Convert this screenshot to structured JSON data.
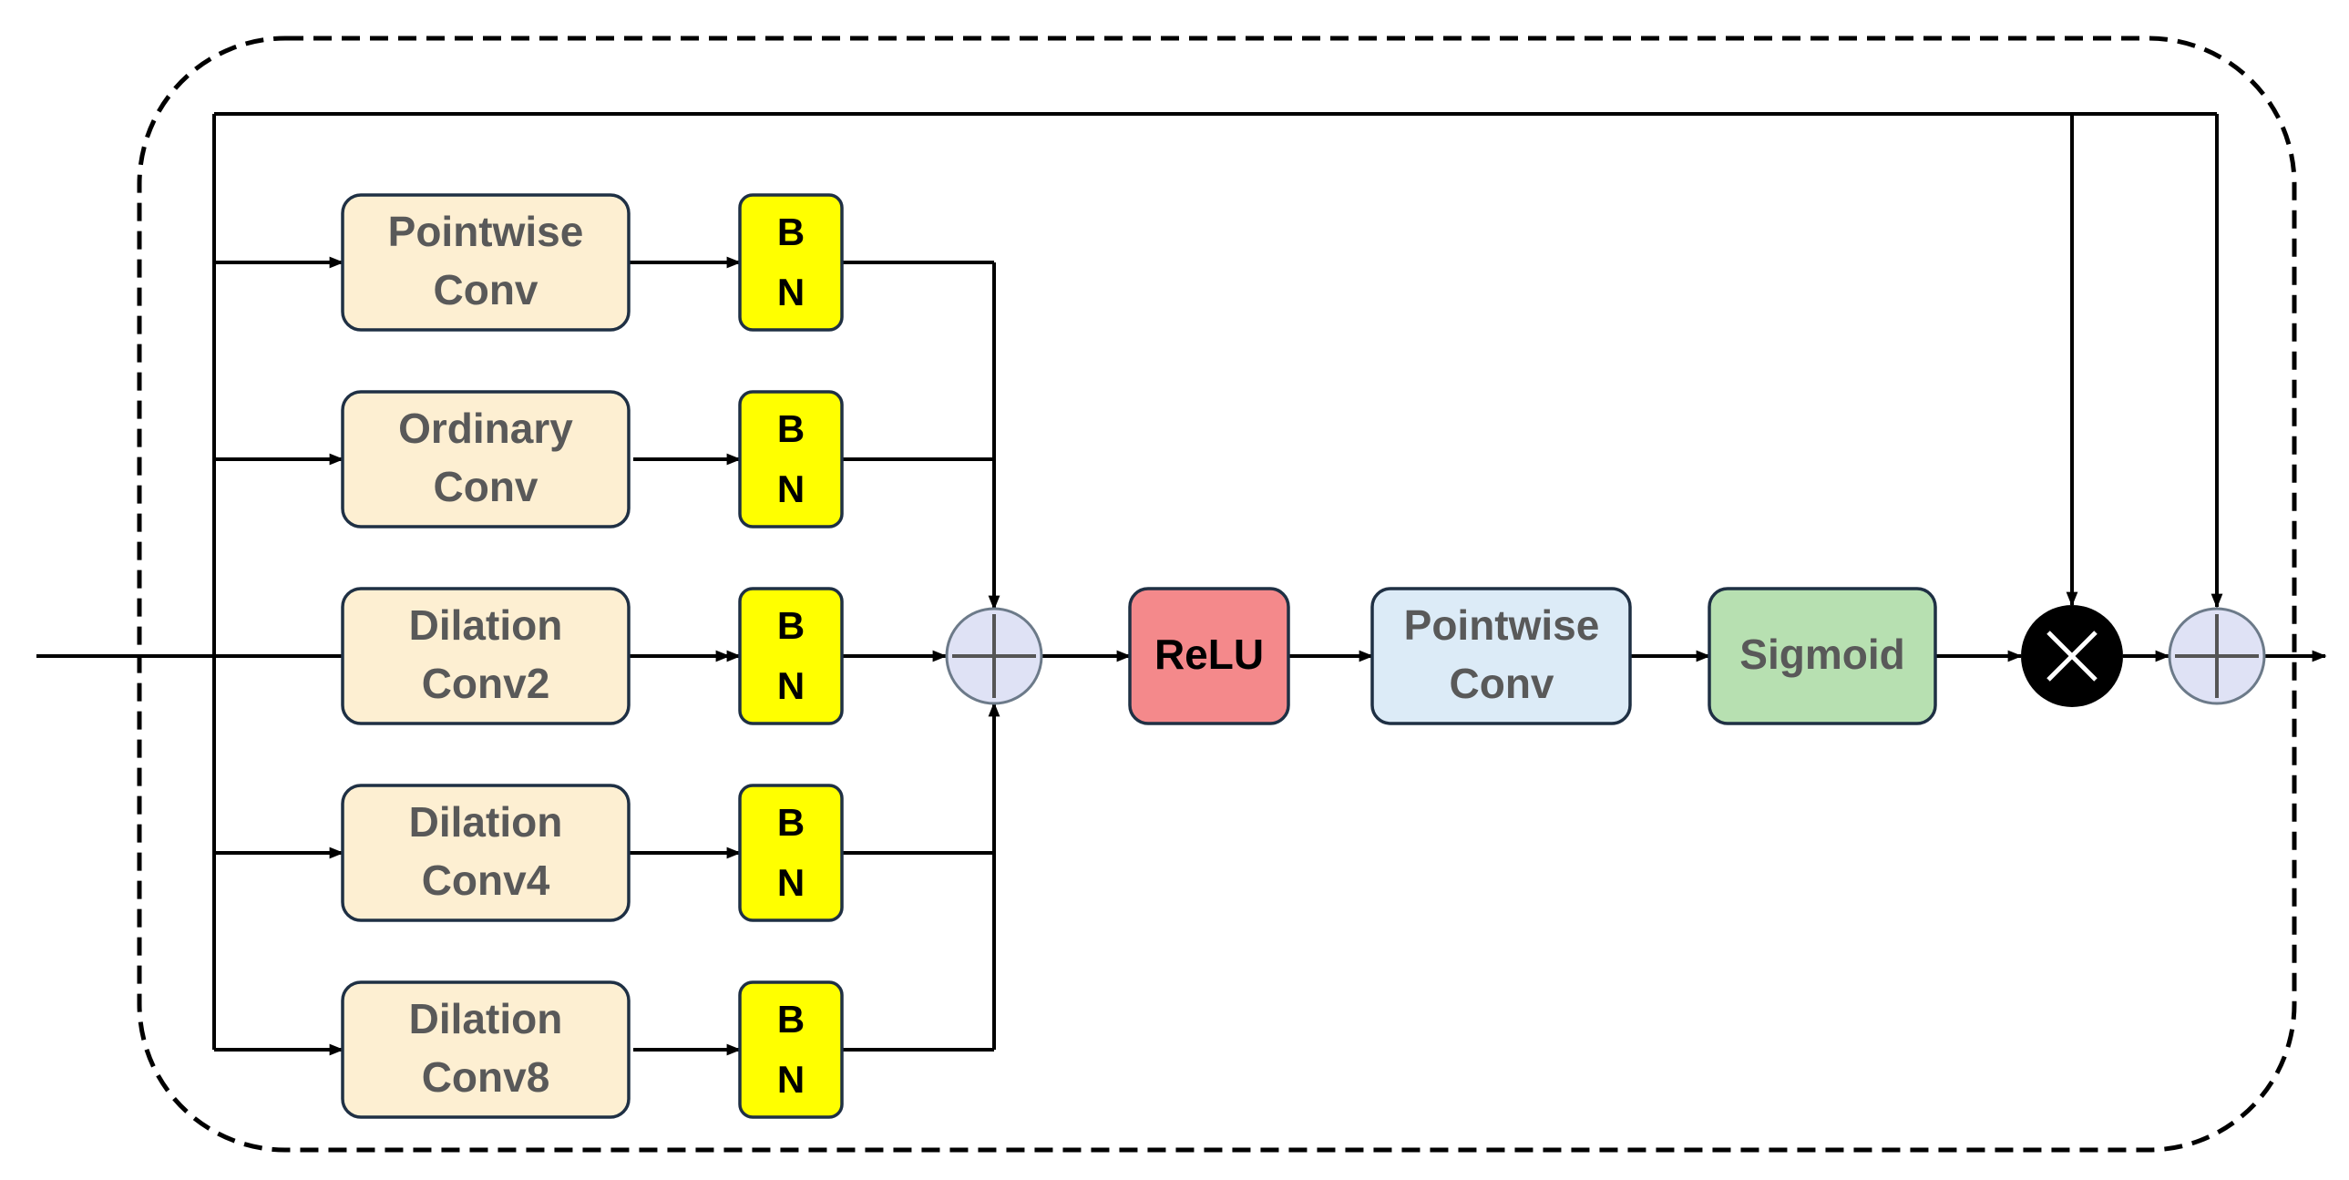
{
  "colors": {
    "conv_fill": "#fdefd2",
    "conv_text": "#595959",
    "bn_fill": "#ffff00",
    "bn_text": "#000000",
    "relu_fill": "#f4898b",
    "relu_text": "#000000",
    "pw_fill": "#dcebf7",
    "pw_text": "#595959",
    "sigmoid_fill": "#b7e0b1",
    "sigmoid_text": "#595959",
    "box_stroke": "#1f3044",
    "add_fill": "#dfe2f5",
    "multiply_fill": "#000000",
    "line": "#000000"
  },
  "branches": [
    {
      "line1": "Pointwise",
      "line2": "Conv",
      "bn_line1": "B",
      "bn_line2": "N"
    },
    {
      "line1": "Ordinary",
      "line2": "Conv",
      "bn_line1": "B",
      "bn_line2": "N"
    },
    {
      "line1": "Dilation",
      "line2": "Conv2",
      "bn_line1": "B",
      "bn_line2": "N"
    },
    {
      "line1": "Dilation",
      "line2": "Conv4",
      "bn_line1": "B",
      "bn_line2": "N"
    },
    {
      "line1": "Dilation",
      "line2": "Conv8",
      "bn_line1": "B",
      "bn_line2": "N"
    }
  ],
  "relu": {
    "label": "ReLU"
  },
  "pointwise": {
    "line1": "Pointwise",
    "line2": "Conv"
  },
  "sigmoid": {
    "label": "Sigmoid"
  },
  "operators": {
    "add_first": "add-operator-icon",
    "multiply": "multiply-operator-icon",
    "add_final": "add-operator-icon"
  }
}
